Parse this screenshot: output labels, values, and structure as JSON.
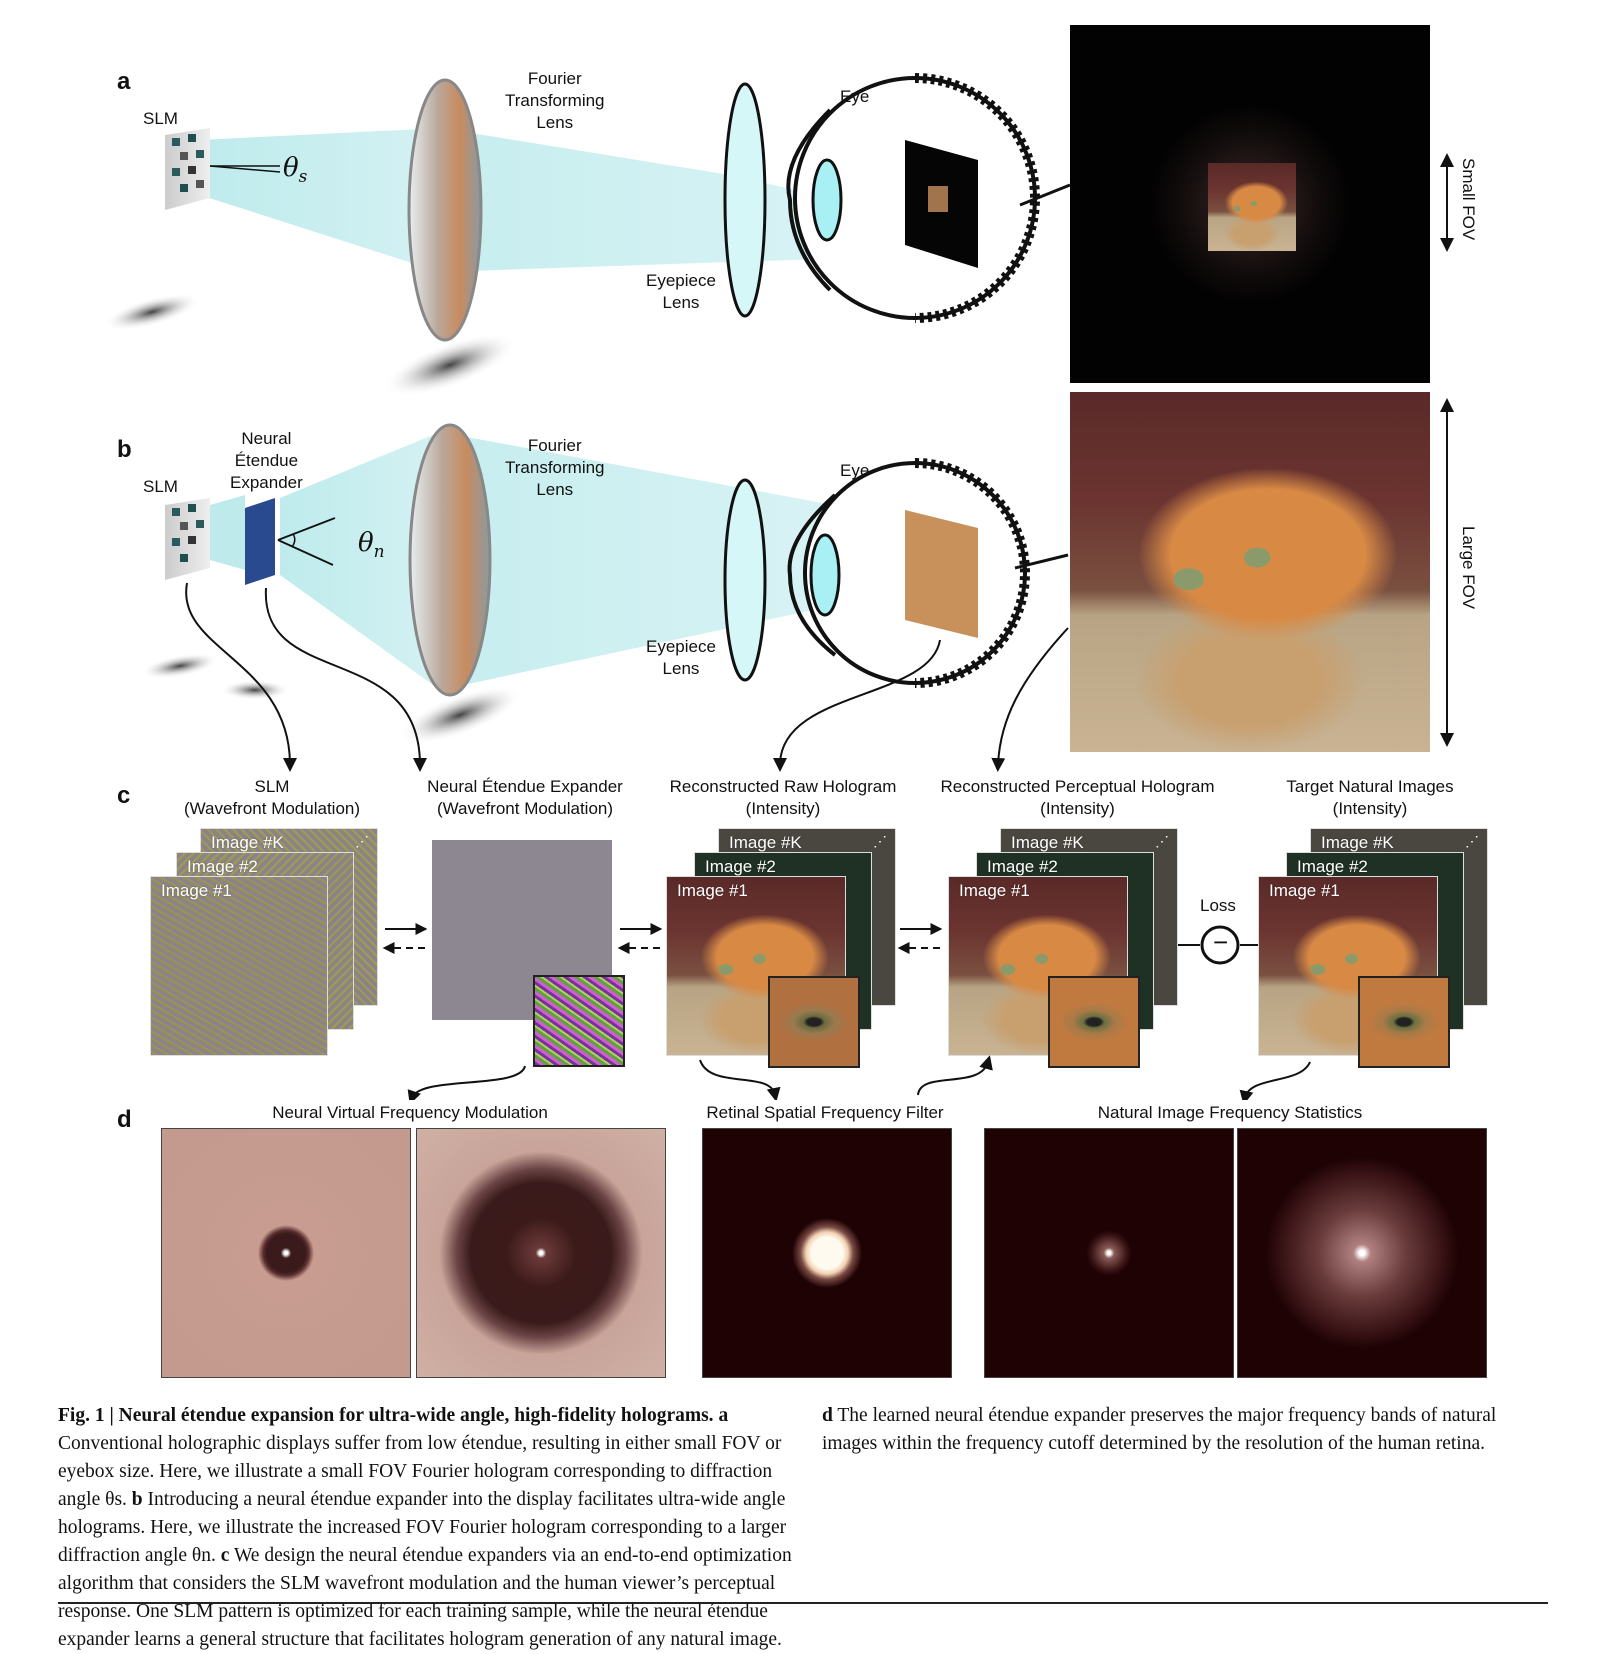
{
  "panels": {
    "a": {
      "letter": "a",
      "slm_label": "SLM",
      "theta_symbol": "θ",
      "theta_sub": "s",
      "fourier_lens_label": [
        "Fourier",
        "Transforming",
        "Lens"
      ],
      "eyepiece_label": [
        "Eyepiece",
        "Lens"
      ],
      "eye_label": "Eye",
      "fov_label": "Small FOV"
    },
    "b": {
      "letter": "b",
      "slm_label": "SLM",
      "expander_label": [
        "Neural",
        "Étendue",
        "Expander"
      ],
      "theta_symbol": "θ",
      "theta_sub": "n",
      "fourier_lens_label": [
        "Fourier",
        "Transforming",
        "Lens"
      ],
      "eyepiece_label": [
        "Eyepiece",
        "Lens"
      ],
      "eye_label": "Eye",
      "fov_label": "Large FOV"
    },
    "c": {
      "letter": "c",
      "columns": [
        {
          "title": "SLM",
          "subtitle": "(Wavefront Modulation)",
          "cards": [
            "Image #K",
            "Image #2",
            "Image #1"
          ]
        },
        {
          "title": "Neural Étendue Expander",
          "subtitle": "(Wavefront Modulation)",
          "cards": []
        },
        {
          "title": "Reconstructed Raw Hologram",
          "subtitle": "(Intensity)",
          "cards": [
            "Image #K",
            "Image #2",
            "Image #1"
          ]
        },
        {
          "title": "Reconstructed Perceptual Hologram",
          "subtitle": "(Intensity)",
          "cards": [
            "Image #K",
            "Image #2",
            "Image #1"
          ]
        },
        {
          "title": "Target Natural Images",
          "subtitle": "(Intensity)",
          "cards": [
            "Image #K",
            "Image #2",
            "Image #1"
          ]
        }
      ],
      "loss_label": "Loss",
      "loss_symbol": "−",
      "ellipsis": "⋰"
    },
    "d": {
      "letter": "d",
      "groups": [
        {
          "title": "Neural Virtual Frequency Modulation"
        },
        {
          "title": "Retinal Spatial Frequency Filter"
        },
        {
          "title": "Natural Image Frequency Statistics"
        }
      ]
    }
  },
  "caption": {
    "fig_label": "Fig. 1 |",
    "title": "Neural étendue expansion for ultra-wide angle, high-fidelity holograms.",
    "a_label": "a",
    "a_text": "Conventional holographic displays suffer from low étendue, resulting in either small FOV or eyebox size. Here, we illustrate a small FOV Fourier hologram corresponding to diffraction angle θs.",
    "b_label": "b",
    "b_text": "Introducing a neural étendue expander into the display facilitates ultra-wide angle holograms. Here, we illustrate the increased FOV Fourier hologram corresponding to a larger diffraction angle θn.",
    "c_label": "c",
    "c_text": "We design the neural étendue expanders via an end-to-end optimization algorithm that considers the SLM wavefront modulation and the human viewer’s perceptual response. One SLM pattern is optimized for each training sample, while the neural étendue expander learns a general structure that facilitates hologram generation of any natural image.",
    "d_label": "d",
    "d_text": "The learned neural étendue expander preserves the major frequency bands of natural images within the frequency cutoff determined by the resolution of the human retina."
  },
  "colors": {
    "beam": "#9fe0e4",
    "eye_lens": "#a8f0f4",
    "spectrum_dark": "#1e0204",
    "spectrum_light": "#c79a8e"
  }
}
